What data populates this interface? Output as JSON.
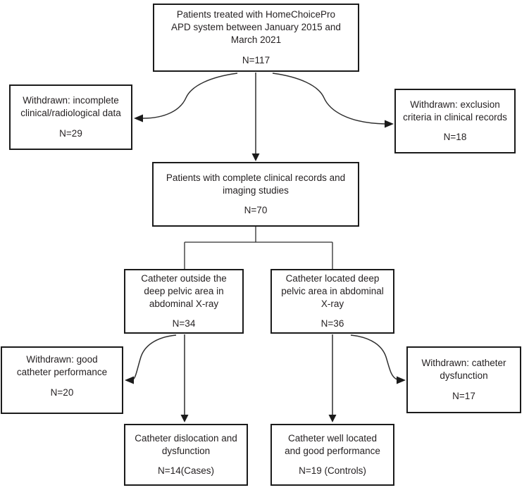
{
  "figure": {
    "type": "patient-flowchart",
    "background_color": "#ffffff",
    "box_border_color": "#1b1b1b",
    "text_color": "#231f20",
    "line_color": "#2e2e2e"
  },
  "nodes": {
    "top": {
      "text": "Patients treated with HomeChoicePro\nAPD system between January 2015 and\nMarch 2021",
      "n": "N=117"
    },
    "wd_left1": {
      "text": "Withdrawn: incomplete\nclinical/radiological data",
      "n": "N=29"
    },
    "wd_right1": {
      "text": "Withdrawn: exclusion\ncriteria in clinical records",
      "n": "N=18"
    },
    "middle": {
      "text": "Patients with complete clinical records and\nimaging studies",
      "n": "N=70"
    },
    "branch_left": {
      "text": "Catheter outside the\ndeep pelvic area in\nabdominal X-ray",
      "n": "N=34"
    },
    "branch_right": {
      "text": "Catheter located deep\npelvic area in abdominal\nX-ray",
      "n": "N=36"
    },
    "wd_left2": {
      "text": "Withdrawn: good\ncatheter performance",
      "n": "N=20"
    },
    "wd_right2": {
      "text": "Withdrawn: catheter\ndysfunction",
      "n": "N=17"
    },
    "bottom_left": {
      "text": "Catheter dislocation and\ndysfunction",
      "n": "N=14(Cases)"
    },
    "bottom_right": {
      "text": "Catheter well located\nand good performance",
      "n": "N=19 (Controls)"
    }
  },
  "edges": [
    {
      "from": "top",
      "to": "middle",
      "style": "straight-arrow"
    },
    {
      "from": "top",
      "to": "wd_left1",
      "style": "curved-arrow"
    },
    {
      "from": "top",
      "to": "wd_right1",
      "style": "curved-arrow"
    },
    {
      "from": "middle",
      "to": "branch_left",
      "style": "elbow-line"
    },
    {
      "from": "middle",
      "to": "branch_right",
      "style": "elbow-line"
    },
    {
      "from": "branch_left",
      "to": "bottom_left",
      "style": "straight-arrow"
    },
    {
      "from": "branch_left",
      "to": "wd_left2",
      "style": "curved-arrow"
    },
    {
      "from": "branch_right",
      "to": "bottom_right",
      "style": "straight-arrow"
    },
    {
      "from": "branch_right",
      "to": "wd_right2",
      "style": "curved-arrow"
    }
  ]
}
